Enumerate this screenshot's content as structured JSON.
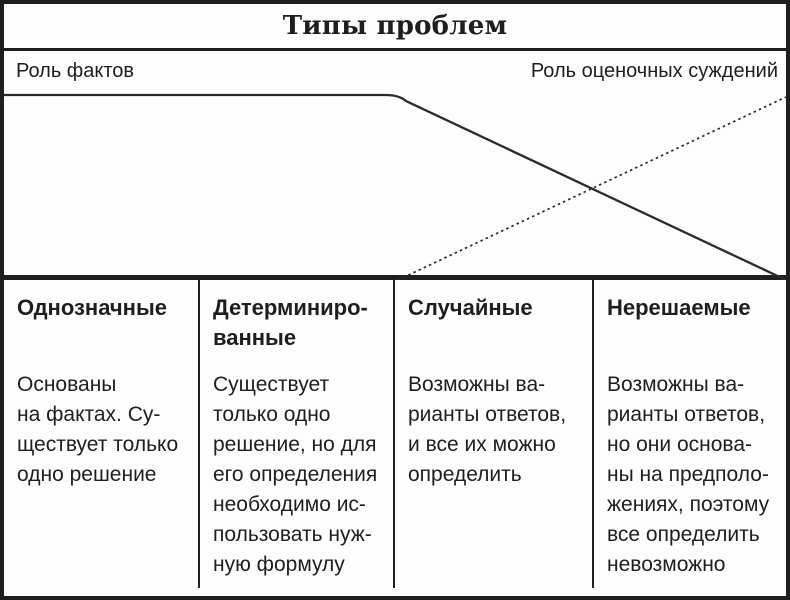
{
  "title": "Типы проблем",
  "axes": {
    "left_label": "Роль фактов",
    "right_label": "Роль оценочных суждений"
  },
  "diagram": {
    "solid_line_meaning": "роль фактов (убывает слева направо)",
    "dotted_line_meaning": "роль оценочных суждений (возрастает слева направо)",
    "line_color": "#2a2a2a"
  },
  "columns": [
    {
      "header": "Однозначные",
      "body": "Основаны\nна фактах. Су-\nществует только\nодно решение"
    },
    {
      "header": "Детерминиро-\nванные",
      "body": "Существует\nтолько одно\nрешение, но для\nего определения\nнеобходимо ис-\nпользовать нуж-\nную формулу"
    },
    {
      "header": "Случайные",
      "body": "Возможны ва-\nрианты ответов,\nи все их можно\nопределить"
    },
    {
      "header": "Нерешаемые",
      "body": "Возможны ва-\nрианты ответов,\nно они основа-\nны на предполо-\nжениях, поэтому\nвсе определить\nневозможно"
    }
  ],
  "colors": {
    "ink": "#1f1f1f",
    "background": "#fdfdfd"
  }
}
